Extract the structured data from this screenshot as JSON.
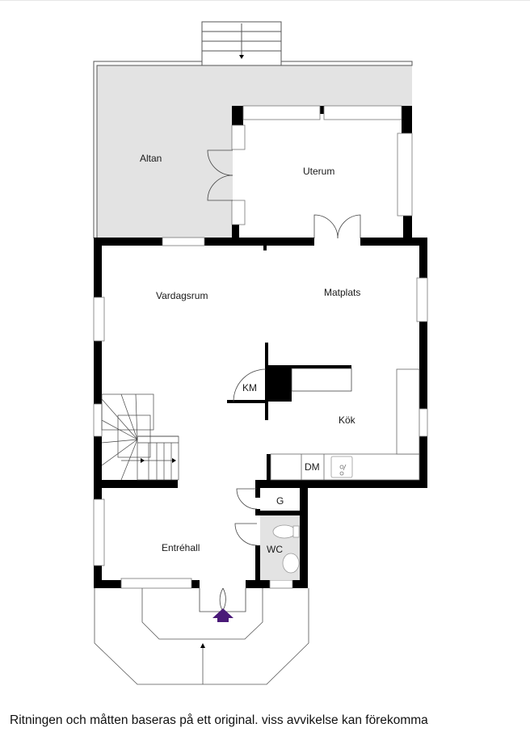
{
  "floorplan": {
    "rooms": [
      {
        "id": "altan",
        "label": "Altan"
      },
      {
        "id": "uterum",
        "label": "Uterum"
      },
      {
        "id": "vardagsrum",
        "label": "Vardagsrum"
      },
      {
        "id": "matplats",
        "label": "Matplats"
      },
      {
        "id": "km",
        "label": "KM"
      },
      {
        "id": "kok",
        "label": "Kök"
      },
      {
        "id": "dm",
        "label": "DM"
      },
      {
        "id": "g",
        "label": "G"
      },
      {
        "id": "wc",
        "label": "WC"
      },
      {
        "id": "entrehall",
        "label": "Entréhall"
      }
    ],
    "colors": {
      "wall": "#000000",
      "shaded_area": "#e3e3e3",
      "entrance_arrow": "#4a1a78",
      "line": "#333333"
    }
  },
  "caption": "Ritningen och måtten baseras på ett original. viss avvikelse kan förekomma"
}
